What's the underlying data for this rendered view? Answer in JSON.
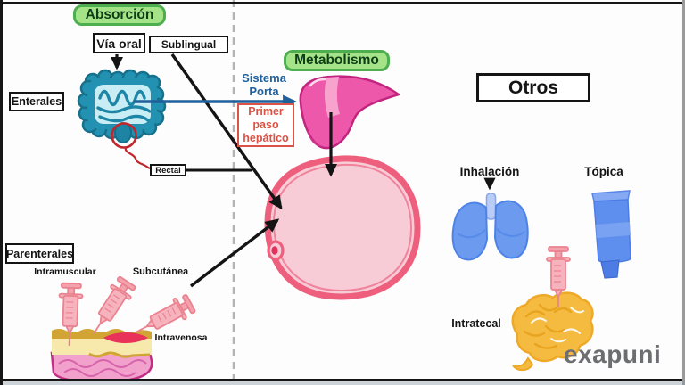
{
  "sections": {
    "absorcion": "Absorción",
    "metabolismo": "Metabolismo",
    "otros": "Otros"
  },
  "labels": {
    "via_oral": "Vía oral",
    "sublingual": "Sublingual",
    "enterales": "Enterales",
    "rectal": "Rectal",
    "sistema_porta": "Sistema Porta",
    "primer_paso_hepatico": "Primer paso hepático",
    "parenterales": "Parenterales",
    "intramuscular": "Intramuscular",
    "subcutanea": "Subcutánea",
    "intravenosa": "Intravenosa",
    "inhalacion": "Inhalación",
    "topica": "Tópica",
    "intratecal": "Intratecal"
  },
  "logo": {
    "brand": "exapuni"
  },
  "colors": {
    "section_pill_fill": "#a5e388",
    "section_pill_border": "#4cae4f",
    "porta_blue": "#20609c",
    "first_pass_red": "#dd5246",
    "cell_fill": "#f8ccd7",
    "cell_border": "#ee5f7d",
    "intestine_teal": "#2391b1",
    "liver_pink": "#ee58ab",
    "lung_blue": "#6b9aee",
    "tube_blue": "#5f8fee",
    "brain_gold": "#f5bb41",
    "syringe_pink": "#f6b3bd",
    "rectal_red": "#c0272d",
    "logo_gray": "#6d6e71"
  }
}
